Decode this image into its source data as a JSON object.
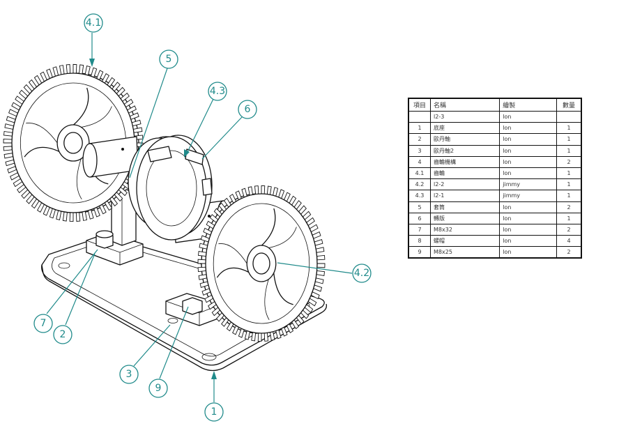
{
  "bom": {
    "headers": [
      "項目",
      "名稱",
      "繪製",
      "數量"
    ],
    "rows": [
      {
        "no": "",
        "name": "l2-3",
        "author": "lon",
        "qty": ""
      },
      {
        "no": "1",
        "name": "底座",
        "author": "lon",
        "qty": "1"
      },
      {
        "no": "2",
        "name": "歐丹軸",
        "author": "lon",
        "qty": "1"
      },
      {
        "no": "3",
        "name": "歐丹軸2",
        "author": "lon",
        "qty": "1"
      },
      {
        "no": "4",
        "name": "齒輪機構",
        "author": "lon",
        "qty": "2"
      },
      {
        "no": "4.1",
        "name": "齒輪",
        "author": "lon",
        "qty": "1"
      },
      {
        "no": "4.2",
        "name": "l2-2",
        "author": "jimmy",
        "qty": "1"
      },
      {
        "no": "4.3",
        "name": "l2-1",
        "author": "jimmy",
        "qty": "1"
      },
      {
        "no": "5",
        "name": "套筒",
        "author": "lon",
        "qty": "2"
      },
      {
        "no": "6",
        "name": "轉版",
        "author": "lon",
        "qty": "1"
      },
      {
        "no": "7",
        "name": "M8x32",
        "author": "lon",
        "qty": "2"
      },
      {
        "no": "8",
        "name": "螺帽",
        "author": "lon",
        "qty": "4"
      },
      {
        "no": "9",
        "name": "M8x25",
        "author": "lon",
        "qty": "2"
      }
    ]
  },
  "balloons": [
    {
      "id": "b41",
      "label": "4.1"
    },
    {
      "id": "b5",
      "label": "5"
    },
    {
      "id": "b43",
      "label": "4.3"
    },
    {
      "id": "b6",
      "label": "6"
    },
    {
      "id": "b42",
      "label": "4.2"
    },
    {
      "id": "b7",
      "label": "7"
    },
    {
      "id": "b2",
      "label": "2"
    },
    {
      "id": "b3",
      "label": "3"
    },
    {
      "id": "b9",
      "label": "9"
    },
    {
      "id": "b1",
      "label": "1"
    }
  ],
  "colors": {
    "balloon": "#1f8a8a",
    "ink": "#111111"
  }
}
